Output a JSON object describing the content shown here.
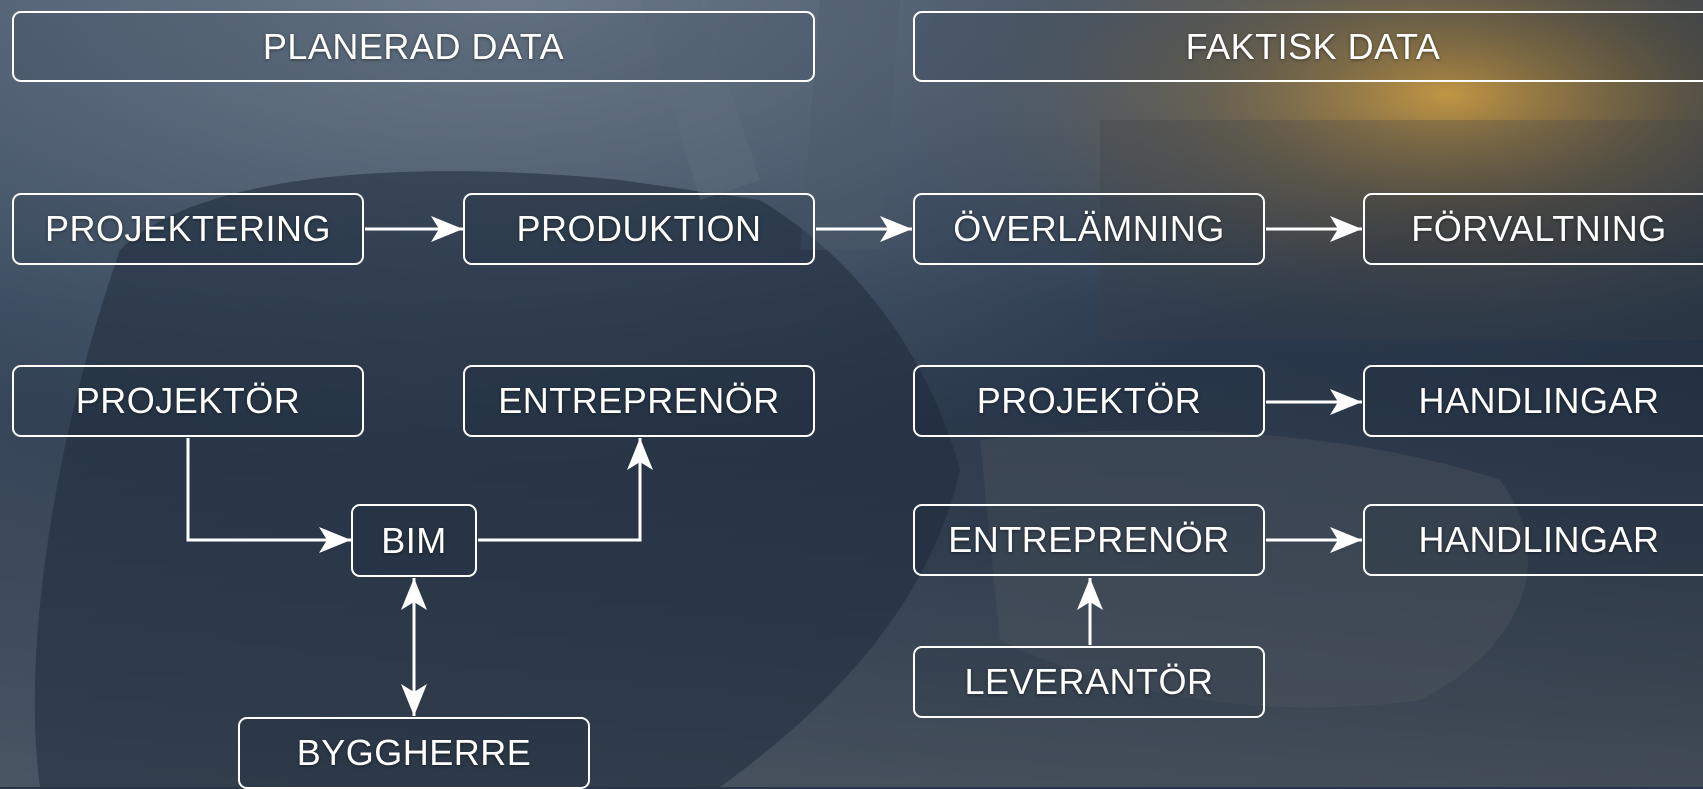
{
  "headers": {
    "planned": "PLANERAD DATA",
    "actual": "FAKTISK DATA"
  },
  "flow": {
    "design": "PROJEKTERING",
    "production": "PRODUKTION",
    "handover": "ÖVERLÄMNING",
    "management": "FÖRVALTNING"
  },
  "planned": {
    "designer": "PROJEKTÖR",
    "contractor": "ENTREPRENÖR",
    "bim": "BIM",
    "client": "BYGGHERRE"
  },
  "actual": {
    "designer": "PROJEKTÖR",
    "designer_docs": "HANDLINGAR",
    "contractor": "ENTREPRENÖR",
    "contractor_docs": "HANDLINGAR",
    "supplier": "LEVERANTÖR"
  },
  "colors": {
    "line": "#ffffff",
    "background_dark": "#1c2a3c",
    "background_mid": "#4a5a6c",
    "glow": "#f0b040"
  }
}
